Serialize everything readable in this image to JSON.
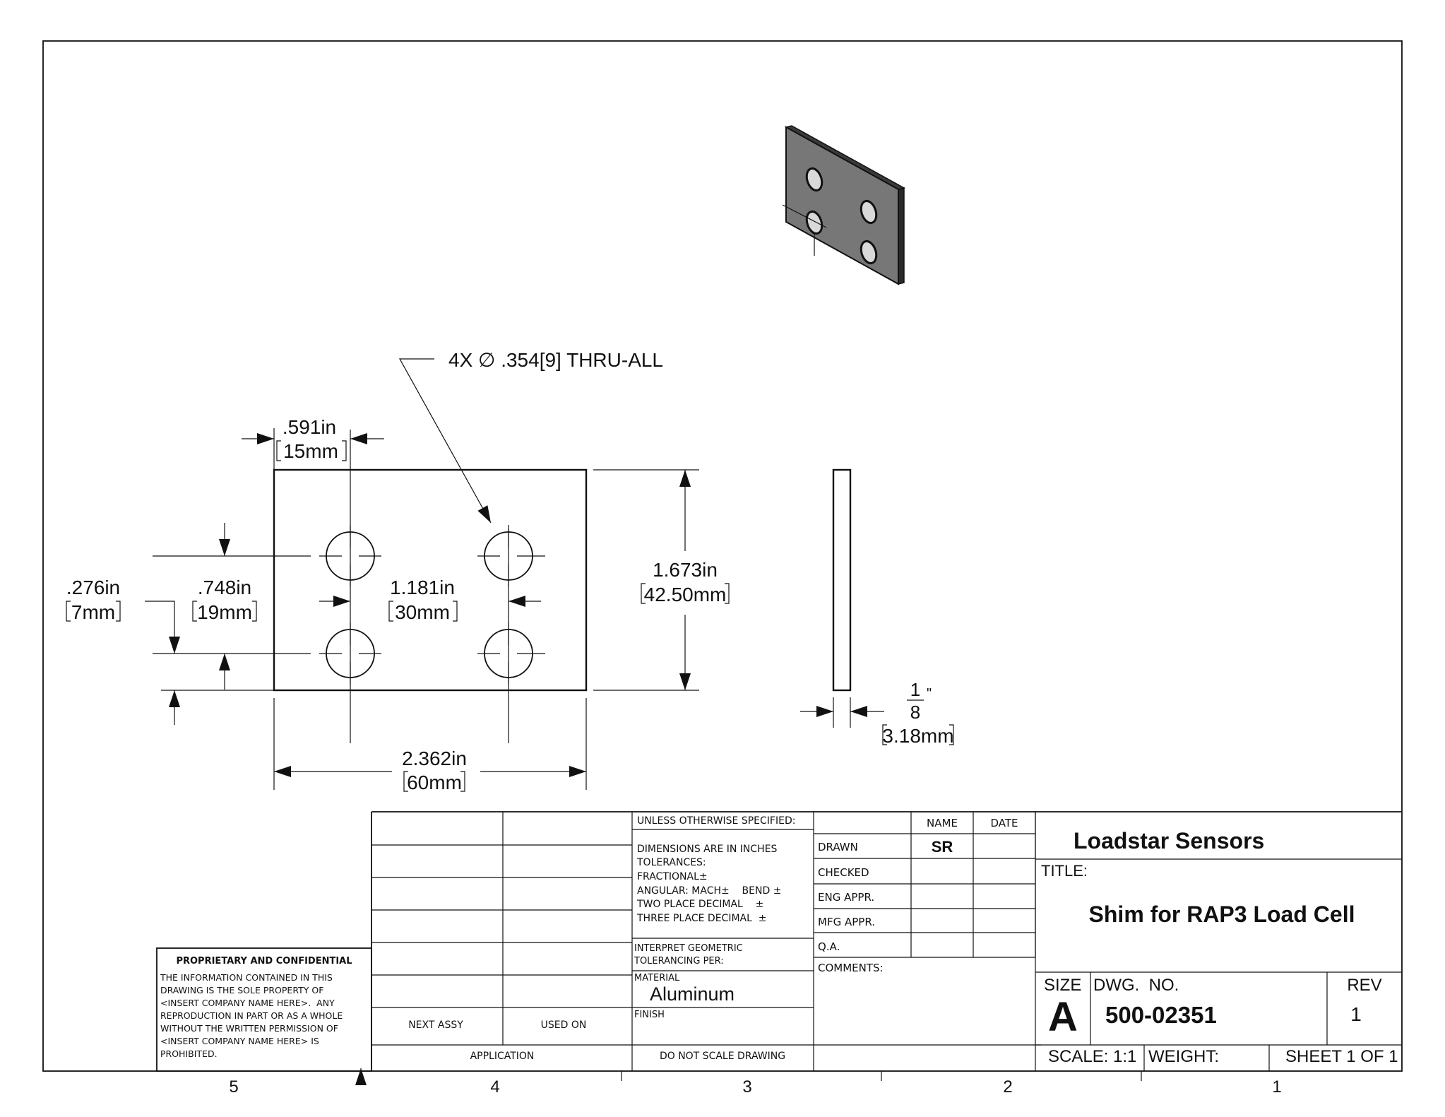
{
  "drawing": {
    "dims": {
      "hole_callout": "4X ∅ .354[9]  THRU-ALL",
      "edge_x_in": ".591in",
      "edge_x_mm": "15mm",
      "height_in": "1.673in",
      "height_mm": "42.50mm",
      "bottom_edge_in": ".276in",
      "bottom_edge_mm": "7mm",
      "vertical_spacing_in": ".748in",
      "vertical_spacing_mm": "19mm",
      "horizontal_spacing_in": "1.181in",
      "horizontal_spacing_mm": "30mm",
      "width_in": "2.362in",
      "width_mm": "60mm",
      "thickness_num": "1",
      "thickness_den": "8",
      "thickness_unit": "\"",
      "thickness_mm": "3.18mm"
    },
    "zone_numbers": [
      "5",
      "4",
      "3",
      "2",
      "1"
    ]
  },
  "title_block": {
    "application": {
      "next_assy": "NEXT ASSY",
      "used_on": "USED ON",
      "footer": "APPLICATION"
    },
    "tolerances": {
      "header": "UNLESS OTHERWISE SPECIFIED:",
      "line1": "DIMENSIONS ARE IN INCHES",
      "line2": "TOLERANCES:",
      "line3": "FRACTIONAL±",
      "line4": "ANGULAR: MACH±    BEND ±",
      "line5": "TWO PLACE DECIMAL    ±",
      "line6": "THREE PLACE DECIMAL  ±",
      "interpret1": "INTERPRET GEOMETRIC",
      "interpret2": "TOLERANCING PER:",
      "material_label": "MATERIAL",
      "material_value": "Aluminum",
      "finish_label": "FINISH",
      "footer": "DO NOT SCALE DRAWING"
    },
    "approvals": {
      "name_header": "NAME",
      "date_header": "DATE",
      "drawn": "DRAWN",
      "drawn_name": "SR",
      "checked": "CHECKED",
      "eng_appr": "ENG APPR.",
      "mfg_appr": "MFG APPR.",
      "qa": "Q.A.",
      "comments": "COMMENTS:"
    },
    "company": "Loadstar Sensors",
    "title_label": "TITLE:",
    "title": "Shim for RAP3 Load Cell",
    "size_label": "SIZE",
    "size": "A",
    "dwg_no_label": "DWG.  NO.",
    "dwg_no": "500-02351",
    "rev_label": "REV",
    "rev": "1",
    "scale": "SCALE: 1:1",
    "weight": "WEIGHT:",
    "sheet": "SHEET 1 OF 1"
  },
  "proprietary": {
    "heading": "PROPRIETARY AND CONFIDENTIAL",
    "lines": [
      "THE INFORMATION CONTAINED IN THIS",
      "DRAWING IS THE SOLE PROPERTY OF",
      "<INSERT COMPANY NAME HERE>.  ANY",
      "REPRODUCTION IN PART OR AS A WHOLE",
      "WITHOUT THE WRITTEN PERMISSION OF",
      "<INSERT COMPANY NAME HERE> IS",
      "PROHIBITED."
    ]
  }
}
